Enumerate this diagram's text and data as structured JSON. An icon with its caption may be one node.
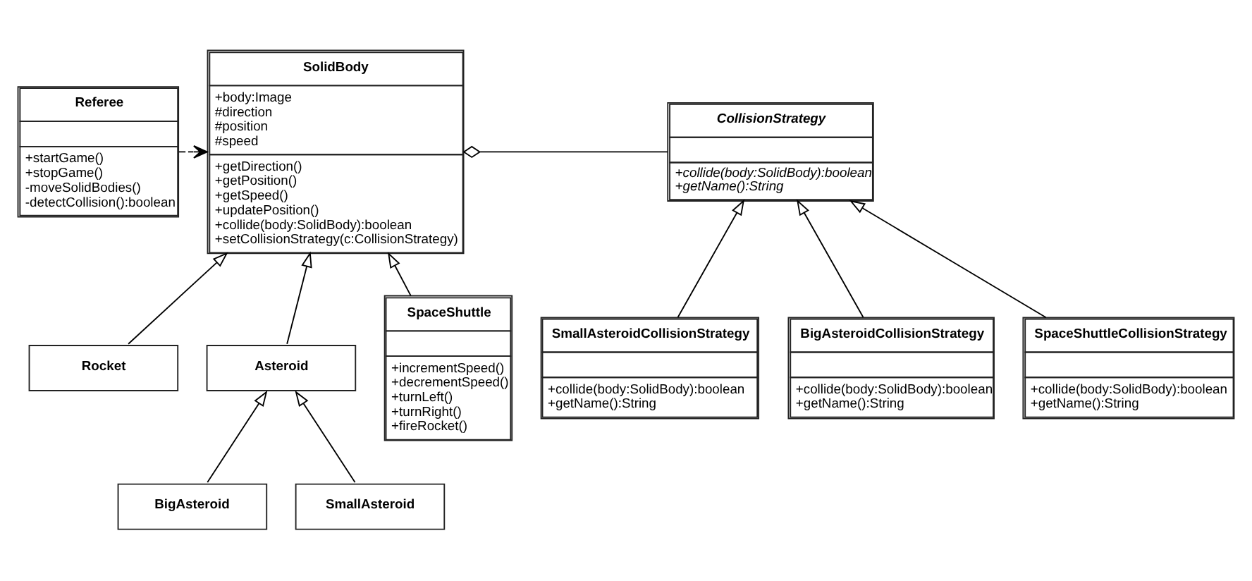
{
  "diagram": {
    "nodes": [
      {
        "text": [
          "Referee",
          "+startGame()",
          "+stopGame()",
          "-moveSolidBodies()",
          "-detectCollision():boolean"
        ]
      },
      {
        "text": [
          "SolidBody",
          "+body:Image",
          "#direction",
          "#position",
          "#speed",
          "+getDirection()",
          "+getPosition()",
          "+getSpeed()",
          "+updatePosition()",
          "+collide(body:SolidBody):boolean",
          "+setCollisionStrategy(c:CollisionStrategy)"
        ]
      },
      {
        "text": [
          "CollisionStrategy",
          "+collide(body:SolidBody):boolean",
          "+getName():String"
        ]
      },
      {
        "text": [
          "SmallAsteroidCollisionStrategy",
          "+collide(body:SolidBody):boolean",
          "+getName():String"
        ]
      },
      {
        "text": [
          "Rocket"
        ]
      },
      {
        "text": [
          "Asteroid"
        ]
      },
      {
        "text": [
          "SpaceShuttle",
          "+incrementSpeed()",
          "+decrementSpeed()",
          "+turnLeft()",
          "+turnRight()",
          "+fireRocket()"
        ]
      },
      {
        "text": [
          "BigAsteroidCollisionStrategy",
          "+collide(body:SolidBody):boolean",
          "+getName():String"
        ]
      },
      {
        "text": [
          "BigAsteroid"
        ]
      },
      {
        "text": [
          "SmallAsteroid"
        ]
      },
      {
        "text": [
          "SpaceShuttleCollisionStrategy",
          "+collide(body:SolidBody):boolean",
          "+getName():String"
        ]
      }
    ],
    "edges": [
      {
        "from": 0,
        "to": 1,
        "arrow": "to",
        "style": "dashed"
      },
      {
        "from": 1,
        "to": 2,
        "arrow": "other"
      },
      {
        "from": 4,
        "to": 1,
        "arrow": "to"
      },
      {
        "from": 5,
        "to": 1,
        "arrow": "to"
      },
      {
        "from": 6,
        "to": 1,
        "arrow": "to"
      },
      {
        "from": 8,
        "to": 5,
        "arrow": "to"
      },
      {
        "from": 9,
        "to": 5,
        "arrow": "to"
      },
      {
        "from": 3,
        "to": 2,
        "arrow": "to"
      },
      {
        "from": 7,
        "to": 2,
        "arrow": "to"
      },
      {
        "from": 10,
        "to": 2,
        "arrow": "to"
      }
    ]
  }
}
